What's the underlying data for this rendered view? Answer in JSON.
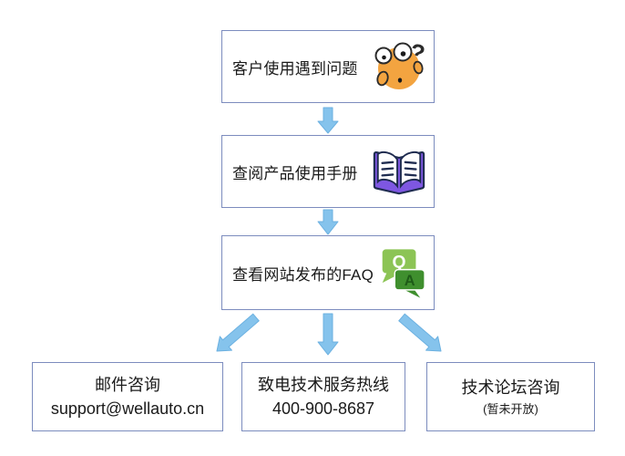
{
  "flowchart": {
    "nodes": [
      {
        "label": "客户使用遇到问题",
        "icon": "confused-face-icon"
      },
      {
        "label": "查阅产品使用手册",
        "icon": "open-book-icon"
      },
      {
        "label": "查看网站发布的FAQ",
        "icon": "qa-bubbles-icon"
      }
    ],
    "channels": [
      {
        "title": "邮件咨询",
        "detail": "support@wellauto.cn"
      },
      {
        "title": "致电技术服务热线",
        "detail": "400-900-8687"
      },
      {
        "title": "技术论坛咨询",
        "detail": "(暂未开放)"
      }
    ],
    "icon_letters": {
      "question_mark": "?",
      "q_bubble": "Q",
      "a_bubble": "A"
    },
    "colors": {
      "arrow_blue": "#85C3EC",
      "box_border": "#7C8CBE",
      "text": "#1A1A1A",
      "face_orange": "#F3A440",
      "book_cover_purple": "#7E57E2",
      "book_outline_navy": "#1F2C50",
      "q_bubble_green": "#8CC455",
      "a_bubble_green": "#3F8F2E"
    }
  }
}
